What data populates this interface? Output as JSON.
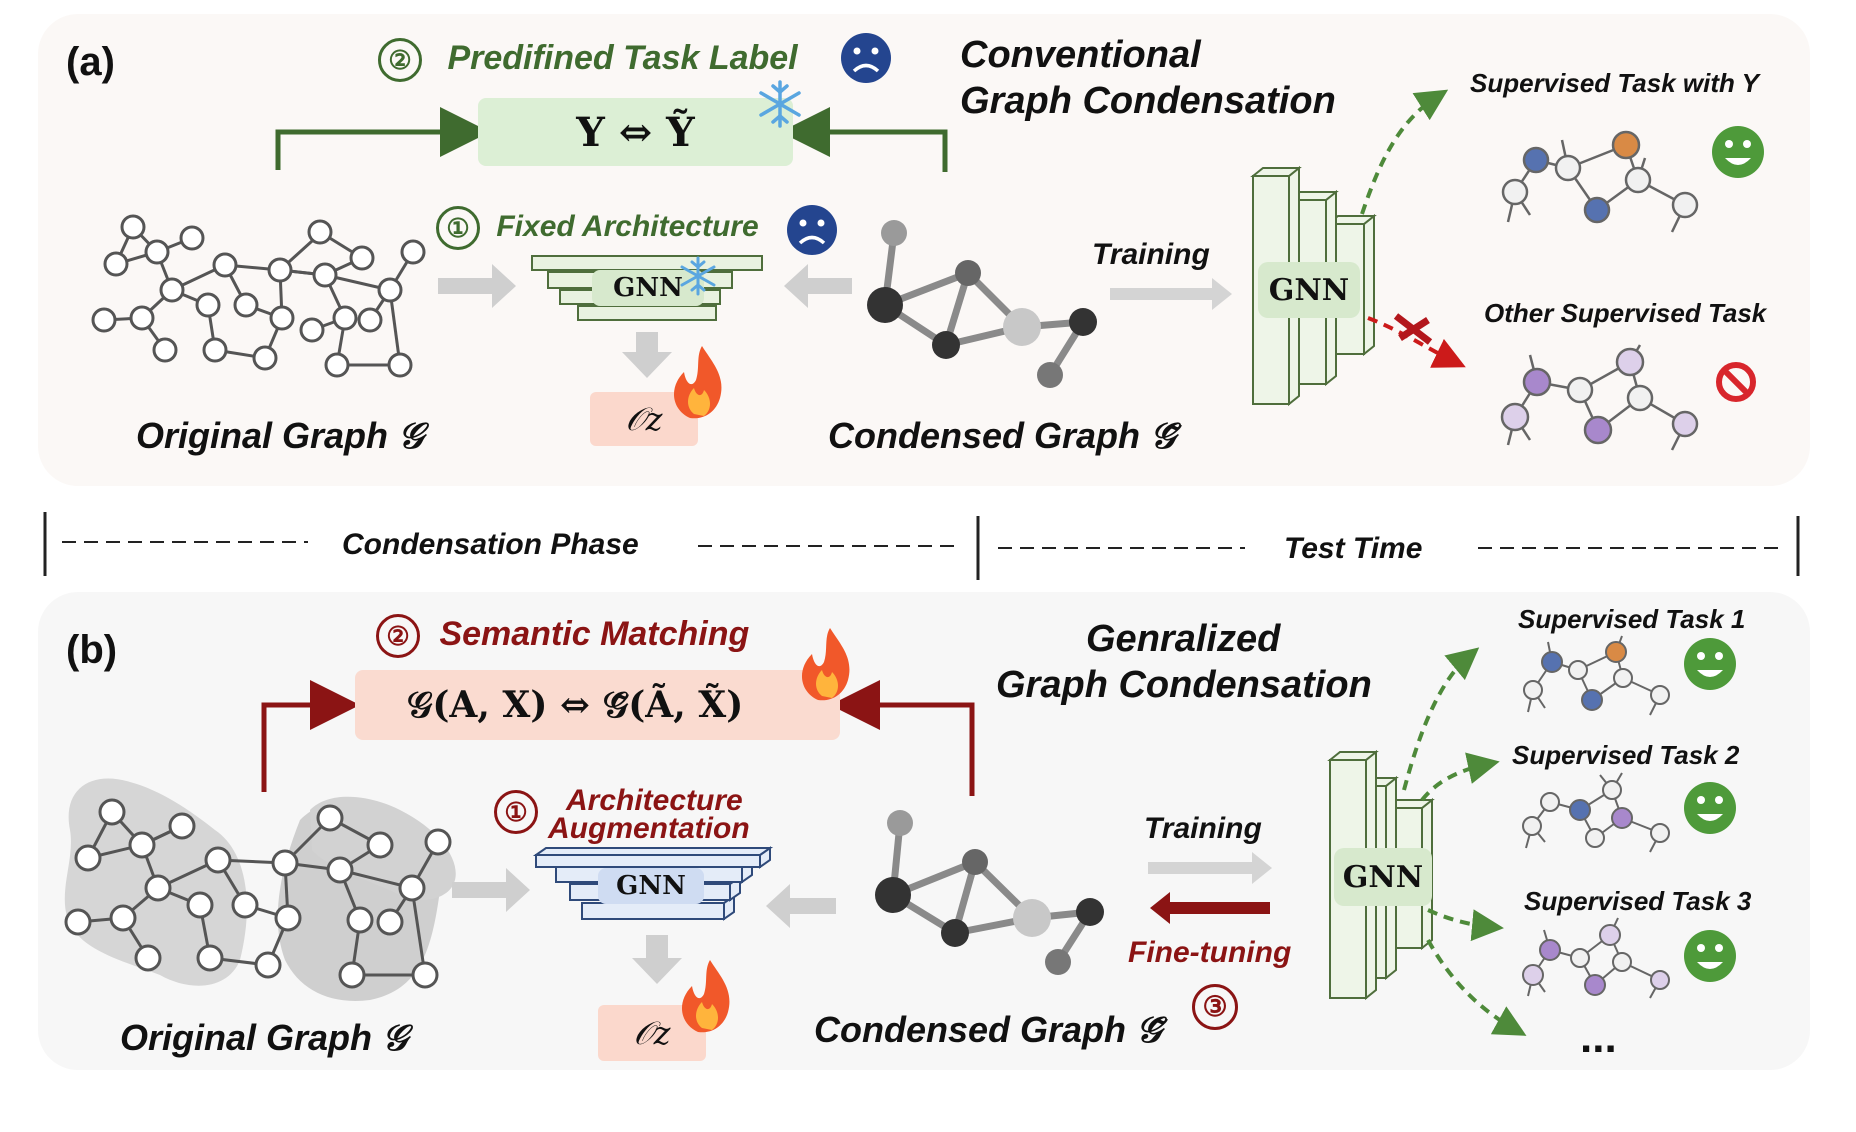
{
  "panel_a": {
    "tag": "(a)",
    "title_line1": "Conventional",
    "title_line2": "Graph Condensation",
    "step2_number": "②",
    "step2_label": "Predifined Task Label",
    "step2_formula": "Y ⇔ Ỹ",
    "step1_number": "①",
    "step1_label": "Fixed Architecture",
    "gnn_label": "GNN",
    "oz_label": "𝒪z",
    "original_graph_label": "Original Graph 𝒢",
    "condensed_graph_label": "Condensed Graph 𝒢̃",
    "training_label": "Training",
    "test_gnn_label": "GNN",
    "task1_label": "Supervised Task with Y",
    "task2_label": "Other Supervised Task"
  },
  "divider": {
    "condensation_phase": "Condensation Phase",
    "test_time": "Test Time"
  },
  "panel_b": {
    "tag": "(b)",
    "title_line1": "Genralized",
    "title_line2": "Graph Condensation",
    "step2_number": "②",
    "step2_label": "Semantic Matching",
    "step2_formula": "𝒢(A, X) ⇔ 𝒢̃(Ã, X̃)",
    "step1_number": "①",
    "step1_label_line1": "Architecture",
    "step1_label_line2": "Augmentation",
    "gnn_label": "GNN",
    "oz_label": "𝒪z",
    "original_graph_label": "Original Graph 𝒢",
    "condensed_graph_label": "Condensed Graph 𝒢̃",
    "training_label": "Training",
    "finetuning_label": "Fine-tuning",
    "step3_number": "③",
    "test_gnn_label": "GNN",
    "task1_label": "Supervised Task 1",
    "task2_label": "Supervised Task 2",
    "task3_label": "Supervised Task 3",
    "more_label": "..."
  },
  "colors": {
    "panel_bg_a": "#fbf8f6",
    "panel_bg_b": "#f7f7f7",
    "green_dark": "#3f6b2f",
    "green_arrow": "#466b35",
    "red_dark": "#8b1414",
    "label_green_box": "#dcefd5",
    "label_red_box": "#fadbd0",
    "oz_box": "#fbd8cc",
    "gnn_green": "#d7e9cd",
    "gnn_blue": "#cfdcf2",
    "node_blue": "#5672b0",
    "node_orange": "#d98a45",
    "node_purple": "#a888cc",
    "node_lavender": "#ddd0ea",
    "smile_green": "#4e9a3a",
    "sad_blue": "#24458f",
    "forbidden_red": "#d8262c"
  },
  "icons": [
    "snowflake-icon",
    "fire-icon",
    "sad-face-icon",
    "smile-face-icon",
    "forbidden-icon",
    "cross-icon"
  ]
}
